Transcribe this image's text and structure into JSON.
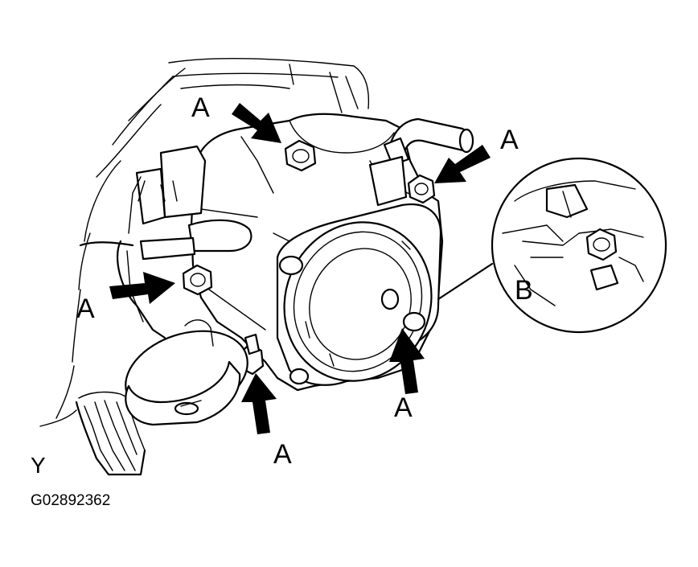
{
  "labels": {
    "fastener_a": "A",
    "fastener_b": "B",
    "corner_marker": "Y",
    "figure_id": "G02892362"
  },
  "colors": {
    "line": "#000000",
    "background": "#ffffff"
  }
}
